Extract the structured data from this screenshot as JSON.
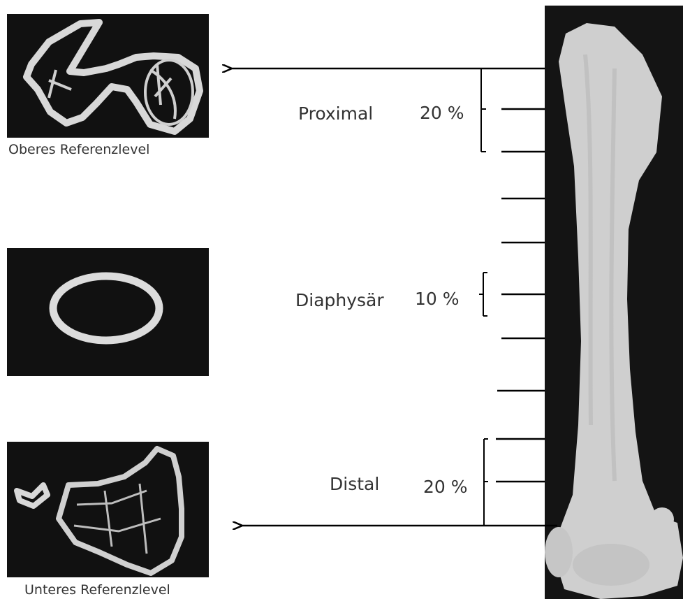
{
  "captions": {
    "upper_reference": "Oberes Referenzlevel",
    "lower_reference": "Unteres Referenzlevel"
  },
  "regions": [
    {
      "name": "Proximal",
      "percent": "20 %"
    },
    {
      "name": "Diaphysär",
      "percent": "10 %"
    },
    {
      "name": "Distal",
      "percent": "20 %"
    }
  ],
  "colors": {
    "background": "#ffffff",
    "panel_background": "#111111",
    "bone": "#d8d8d8",
    "line": "#000000",
    "text": "#333333"
  }
}
